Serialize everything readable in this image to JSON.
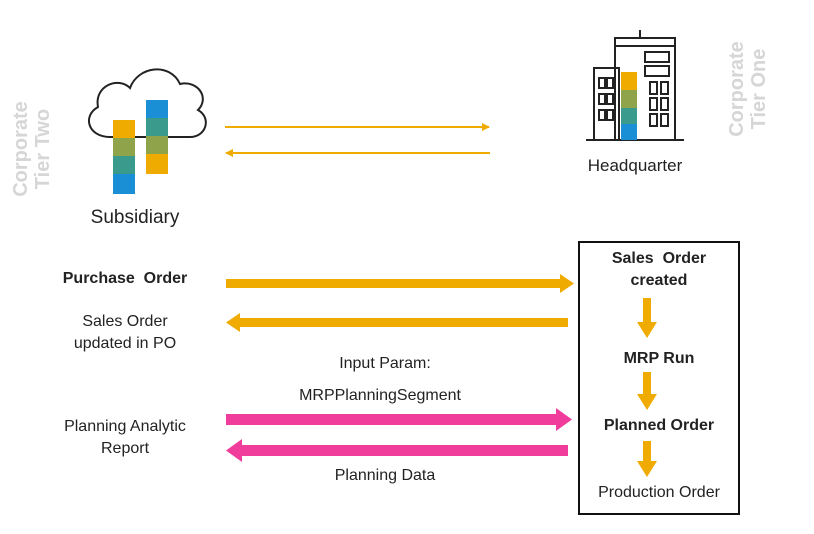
{
  "tiers": {
    "left": "Corporate\nTier Two",
    "right": "Corporate\nTier One"
  },
  "nodes": {
    "subsidiary": "Subsidiary",
    "headquarter": "Headquarter"
  },
  "left_labels": {
    "purchase_order": "Purchase  Order",
    "sales_order_updated": "Sales Order\nupdated in PO",
    "planning_report": "Planning Analytic\nReport"
  },
  "middle_labels": {
    "input_param": "Input Param:",
    "segment": "MRPPlanningSegment",
    "planning_data": "Planning Data"
  },
  "process": {
    "step1": "Sales  Order\ncreated",
    "step2": "MRP Run",
    "step3": "Planned Order",
    "step4": "Production Order"
  },
  "colors": {
    "orange": "#f0ab00",
    "pink": "#f03c9a",
    "teal": "#3a9a8c",
    "olive": "#8fa34a",
    "blue": "#1a8fd6",
    "gold": "#f0ab00",
    "tier_gray": "#d6d6d6"
  }
}
